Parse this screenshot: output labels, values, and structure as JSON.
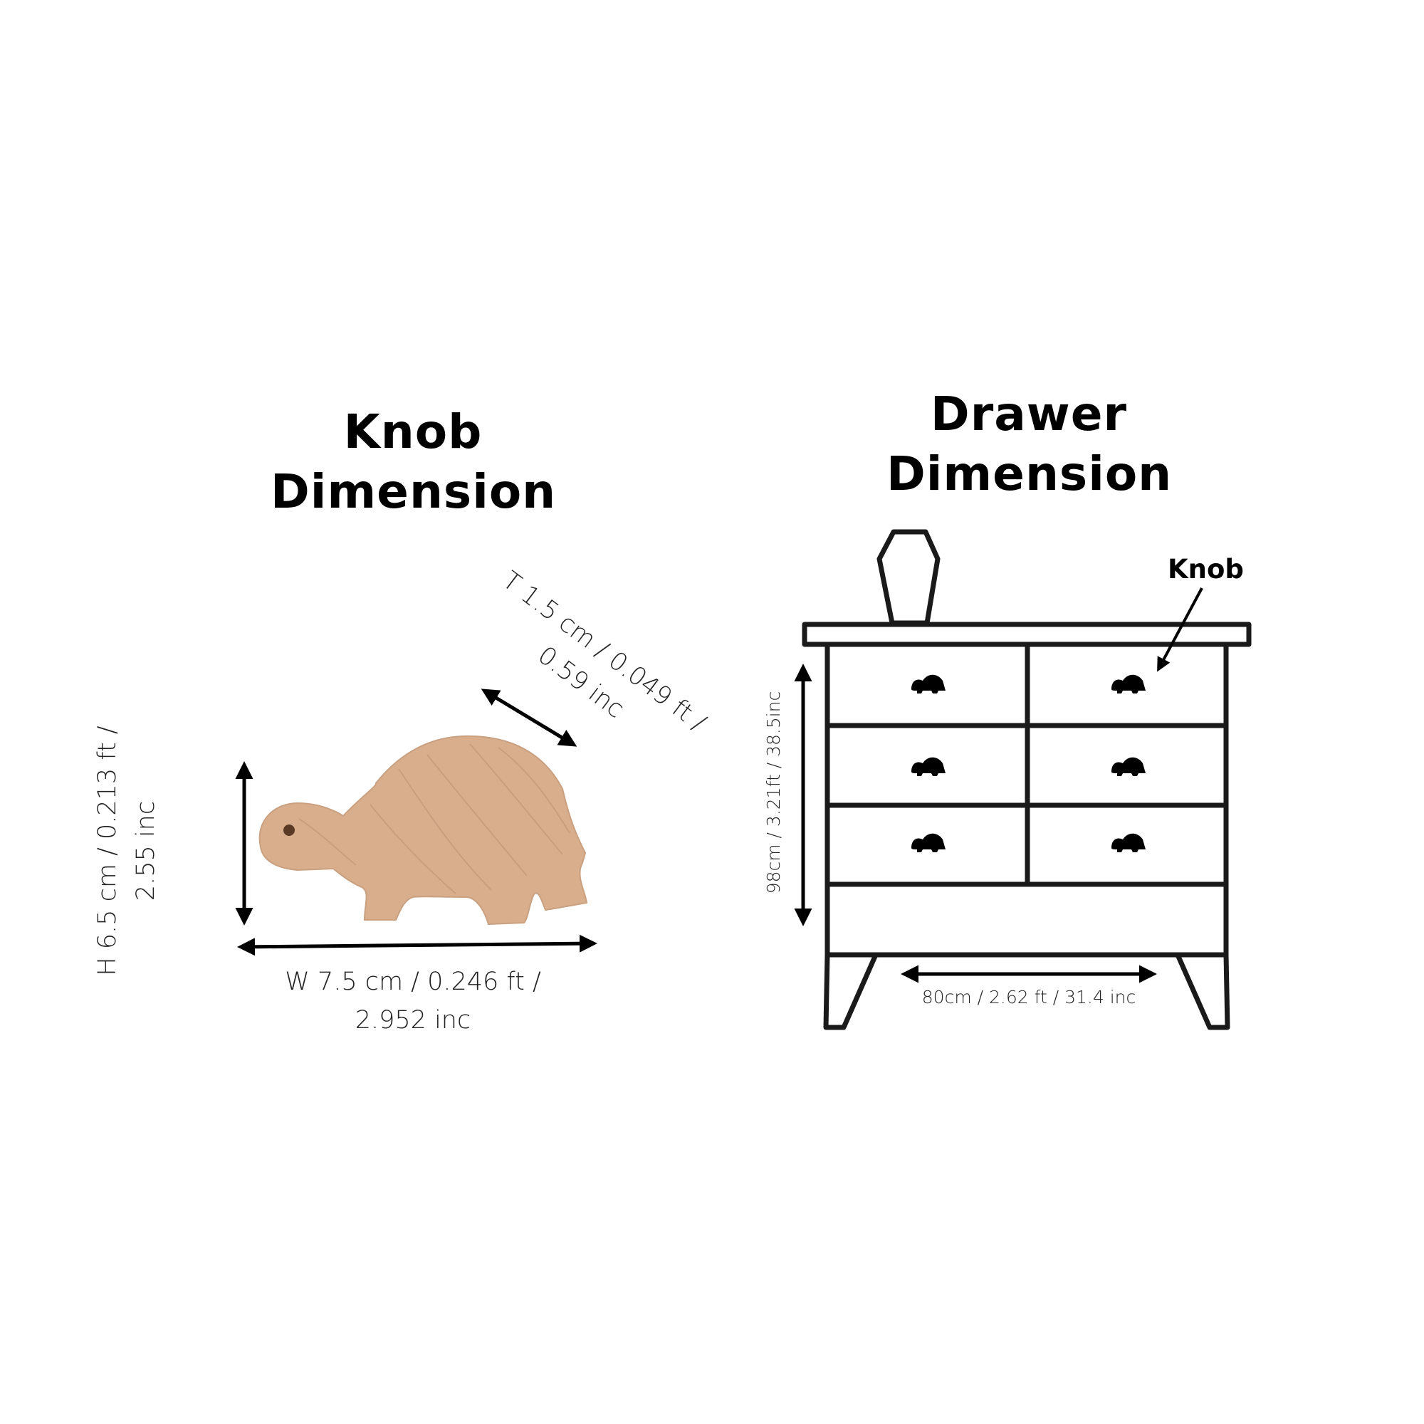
{
  "knob_section": {
    "heading_line1": "Knob",
    "heading_line2": "Dimension",
    "width_label_line1": "W 7.5 cm / 0.246 ft /",
    "width_label_line2": "2.952 inc",
    "height_label_line1": "H 6.5 cm / 0.213 ft /",
    "height_label_line2": "2.55 inc",
    "thickness_label_line1": "T 1.5 cm / 0.049 ft /",
    "thickness_label_line2": "0.59 inc",
    "knob_color": "#d8ae8d",
    "grain_color": "#c49677"
  },
  "drawer_section": {
    "heading_line1": "Drawer",
    "heading_line2": "Dimension",
    "knob_callout": "Knob",
    "width_label": "80cm / 2.62 ft / 31.4 inc",
    "height_label": "98cm / 3.21ft / 38.5inc",
    "drawer_rows": 3,
    "drawer_columns": 2
  }
}
